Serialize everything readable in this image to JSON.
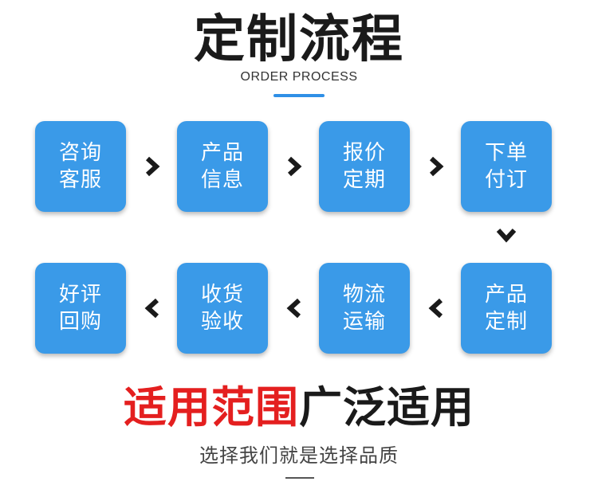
{
  "header": {
    "title": "定制流程",
    "subtitle": "ORDER PROCESS"
  },
  "steps": [
    {
      "line1": "咨询",
      "line2": "客服"
    },
    {
      "line1": "产品",
      "line2": "信息"
    },
    {
      "line1": "报价",
      "line2": "定期"
    },
    {
      "line1": "下单",
      "line2": "付订"
    },
    {
      "line1": "产品",
      "line2": "定制"
    },
    {
      "line1": "物流",
      "line2": "运输"
    },
    {
      "line1": "收货",
      "line2": "验收"
    },
    {
      "line1": "好评",
      "line2": "回购"
    }
  ],
  "footer": {
    "title_highlight": "适用范围",
    "title_rest": "广泛适用",
    "subtitle": "选择我们就是选择品质"
  },
  "colors": {
    "card_blue": "#3a9ae8",
    "accent_red": "#e41f1f",
    "underline_blue": "#2f8fe6",
    "arrow_dark": "#1a1a1a"
  }
}
